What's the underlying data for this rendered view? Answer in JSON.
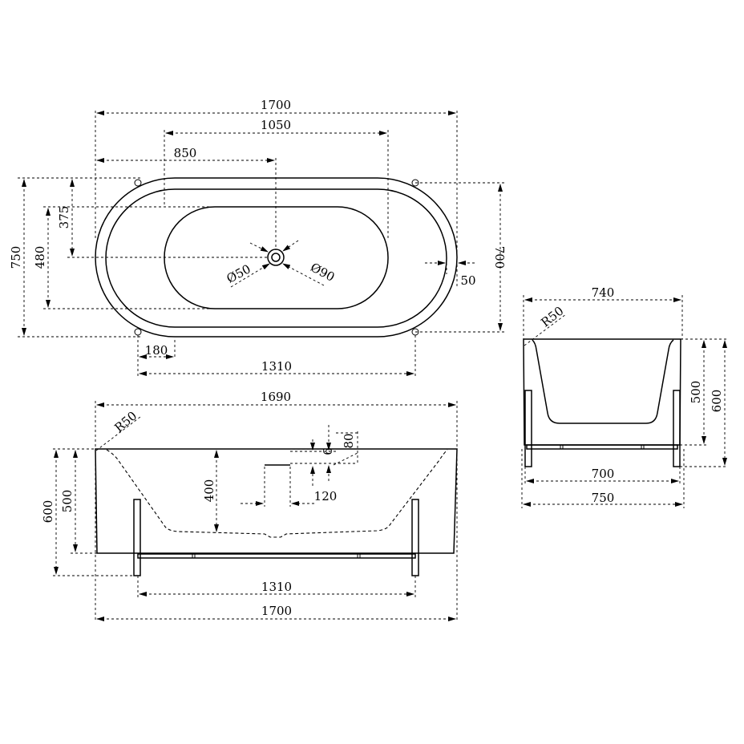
{
  "top_view": {
    "overall_length": "1700",
    "basin_length": "1050",
    "drain_offset": "850",
    "overall_width": "750",
    "basin_width": "480",
    "drain_side_offset": "375",
    "leg_span_width": "700",
    "wall_thickness": "50",
    "leg_inset": "180",
    "leg_span_length": "1310",
    "drain_diameter": "Ø50",
    "overflow_diameter": "Ø90"
  },
  "front_view": {
    "top_length": "1690",
    "corner_radius": "R50",
    "overflow_height": "80",
    "overflow_size": "6",
    "basin_depth": "400",
    "overflow_width": "120",
    "total_height": "600",
    "body_height": "500",
    "leg_span": "1310",
    "overall_length": "1700"
  },
  "side_view": {
    "top_width": "740",
    "corner_radius": "R50",
    "body_height": "500",
    "total_height": "600",
    "leg_span": "700",
    "overall_width": "750"
  }
}
